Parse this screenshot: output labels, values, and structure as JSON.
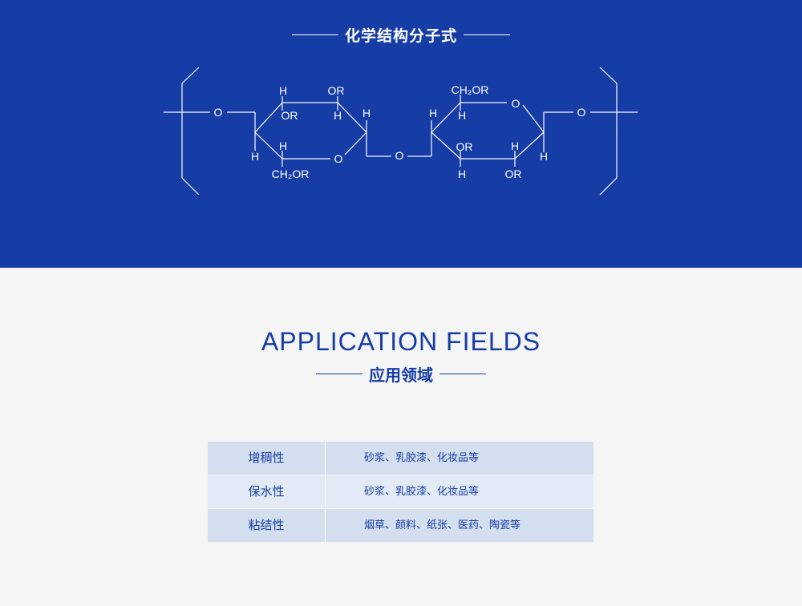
{
  "banner": {
    "title": "化学结构分子式",
    "molecule_labels": {
      "o_left": "O",
      "h_top1": "H",
      "or_top": "OR",
      "or_mid1": "OR",
      "h_mid1": "H",
      "h_right1": "H",
      "h_left1": "H",
      "h_low1": "H",
      "o_ring1": "O",
      "ch2or_bottom": "CH₂OR",
      "o_bridge": "O",
      "ch2or_top": "CH₂OR",
      "o_ring2": "O",
      "h_left2": "H",
      "h_up2": "H",
      "or_mid2": "OR",
      "h_mid2": "H",
      "h_right2": "H",
      "h_bot2": "H",
      "or_bot2": "OR",
      "o_right": "O"
    }
  },
  "section": {
    "heading": "APPLICATION FIELDS",
    "subheading": "应用领域"
  },
  "table": {
    "rows": [
      {
        "property": "增稠性",
        "applications": "砂浆、乳胶漆、化妆品等"
      },
      {
        "property": "保水性",
        "applications": "砂浆、乳胶漆、化妆品等"
      },
      {
        "property": "粘结性",
        "applications": "烟草、颜料、纸张、医药、陶瓷等"
      }
    ]
  },
  "colors": {
    "brand_blue": "#163ca6",
    "row_dark": "#d3deef",
    "row_light": "#e2eaf6",
    "background": "#f5f5f5"
  }
}
